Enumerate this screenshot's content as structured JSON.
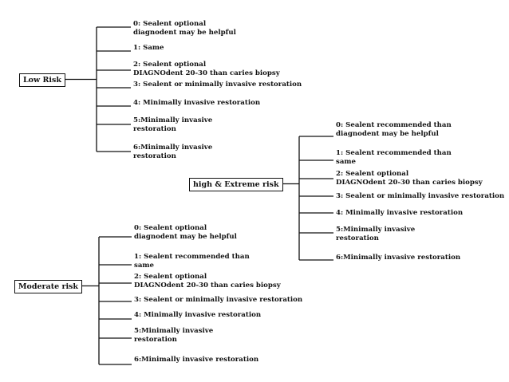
{
  "groups": [
    {
      "id": "low",
      "label": "Low Risk",
      "items": [
        [
          "0: Sealent optional",
          "diagnodent may be helpful"
        ],
        [
          "1: Same"
        ],
        [
          "2: Sealent optional",
          "DIAGNOdent 20-30 than caries biopsy"
        ],
        [
          "3: Sealent or minimally invasive restoration"
        ],
        [
          "4: Minimally invasive restoration"
        ],
        [
          "5:Minimally invasive",
          "restoration"
        ],
        [
          "6:Minimally invasive",
          "restoration"
        ]
      ]
    },
    {
      "id": "high",
      "label": "high & Extreme risk",
      "items": [
        [
          "0: Sealent recommended than",
          "diagnodent may be helpful"
        ],
        [
          "1: Sealent recommended than",
          "same"
        ],
        [
          "2: Sealent optional",
          "DIAGNOdent 20-30 than caries biopsy"
        ],
        [
          "3: Sealent or minimally invasive restoration"
        ],
        [
          "4: Minimally invasive restoration"
        ],
        [
          "5:Minimally invasive",
          "restoration"
        ],
        [
          "6:Minimally invasive   restoration"
        ]
      ]
    },
    {
      "id": "moderate",
      "label": "Moderate risk",
      "items": [
        [
          "0: Sealent optional",
          "diagnodent may be helpful"
        ],
        [
          "1: Sealent recommended than",
          "same"
        ],
        [
          "2: Sealent optional",
          "DIAGNOdent 20-30 than caries biopsy"
        ],
        [
          "3: Sealent or minimally invasive restoration"
        ],
        [
          "4: Minimally invasive restoration"
        ],
        [
          "5:Minimally invasive",
          "restoration"
        ],
        [
          "6:Minimally invasive   restoration"
        ]
      ]
    }
  ]
}
